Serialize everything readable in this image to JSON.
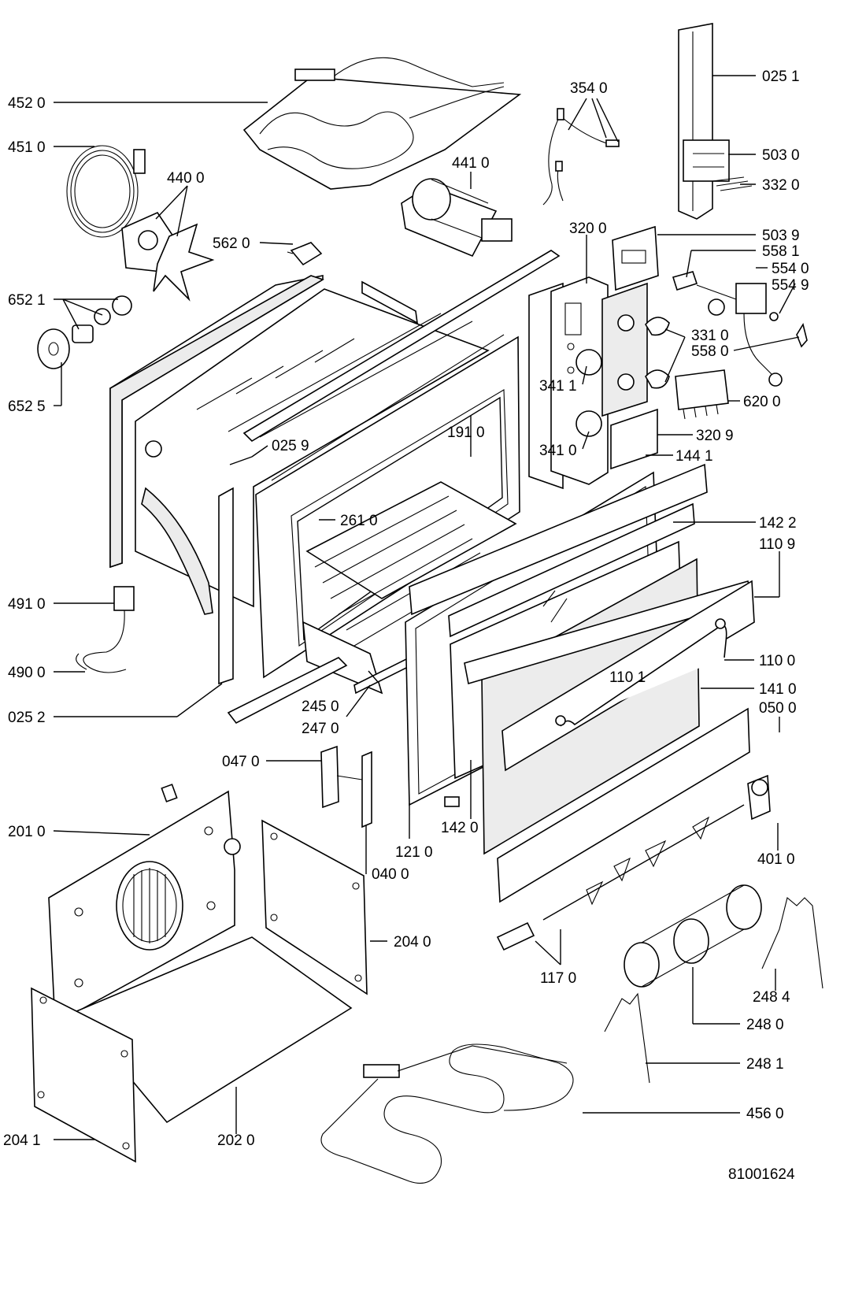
{
  "document_number": "81001624",
  "part_labels": {
    "p4520": "452 0",
    "p4510": "451 0",
    "p4400": "440 0",
    "p5620": "562 0",
    "p6521": "652 1",
    "p6525": "652 5",
    "p3540": "354 0",
    "p4410": "441 0",
    "p0251": "025 1",
    "p5030": "503 0",
    "p3320": "332 0",
    "p3200": "320 0",
    "p5039": "503 9",
    "p5581": "558 1",
    "p5540": "554 0",
    "p5549": "554 9",
    "p3310": "331 0",
    "p5580": "558 0",
    "p3411": "341 1",
    "p6200": "620 0",
    "p3410": "341 0",
    "p3209": "320 9",
    "p1441": "144 1",
    "p0259": "025 9",
    "p1910": "191 0",
    "p2610": "261 0",
    "p1422": "142 2",
    "p1109": "110 9",
    "p4910": "491 0",
    "p1100": "110 0",
    "p1101": "110 1",
    "p4900": "490 0",
    "p2450": "245 0",
    "p1410": "141 0",
    "p0252": "025 2",
    "p2470": "247 0",
    "p0500": "050 0",
    "p0470": "047 0",
    "p1420": "142 0",
    "p2010": "201 0",
    "p1210": "121 0",
    "p4010": "401 0",
    "p0400": "040 0",
    "p2040": "204 0",
    "p1170": "117 0",
    "p2484": "248 4",
    "p2480": "248 0",
    "p2481": "248 1",
    "p4560": "456 0",
    "p2041": "204 1",
    "p2020": "202 0"
  }
}
